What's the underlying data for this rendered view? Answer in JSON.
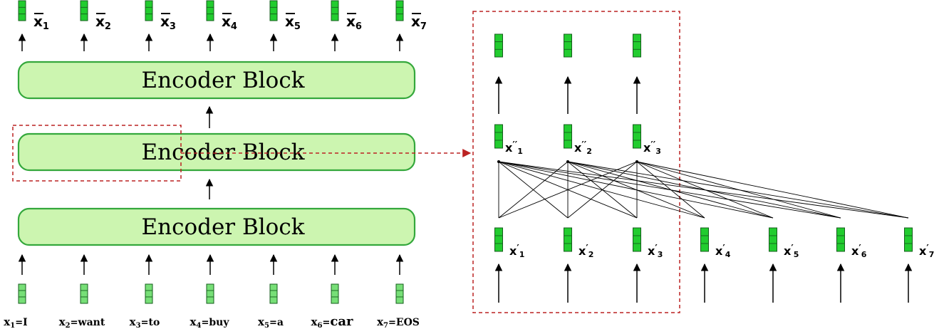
{
  "colors": {
    "block_fill": "#ccf5b0",
    "block_stroke": "#34a83c",
    "vec_bright": "#22cc2f",
    "vec_pale": "#77df77",
    "vec_edge": "#155e1c",
    "dashed": "#bb2222",
    "ink": "#000000"
  },
  "encoder_blocks": [
    {
      "label": "Encoder Block"
    },
    {
      "label": "Encoder Block"
    },
    {
      "label": "Encoder Block"
    }
  ],
  "input_tokens": [
    {
      "var": "x",
      "sub": "1",
      "eq": "=",
      "word": "I"
    },
    {
      "var": "x",
      "sub": "2",
      "eq": "=",
      "word": "want"
    },
    {
      "var": "x",
      "sub": "3",
      "eq": "=",
      "word": "to"
    },
    {
      "var": "x",
      "sub": "4",
      "eq": "=",
      "word": "buy"
    },
    {
      "var": "x",
      "sub": "5",
      "eq": "=",
      "word": "a"
    },
    {
      "var": "x",
      "sub": "6",
      "eq": "=",
      "word": "car"
    },
    {
      "var": "x",
      "sub": "7",
      "eq": "=",
      "word": "EOS"
    }
  ],
  "output_labels": [
    {
      "var": "x",
      "sub": "1"
    },
    {
      "var": "x",
      "sub": "2"
    },
    {
      "var": "x",
      "sub": "3"
    },
    {
      "var": "x",
      "sub": "4"
    },
    {
      "var": "x",
      "sub": "5"
    },
    {
      "var": "x",
      "sub": "6"
    },
    {
      "var": "x",
      "sub": "7"
    }
  ],
  "attention_inputs": [
    {
      "var": "x",
      "prime": "′",
      "sub": "1"
    },
    {
      "var": "x",
      "prime": "′",
      "sub": "2"
    },
    {
      "var": "x",
      "prime": "′",
      "sub": "3"
    },
    {
      "var": "x",
      "prime": "′",
      "sub": "4"
    },
    {
      "var": "x",
      "prime": "′",
      "sub": "5"
    },
    {
      "var": "x",
      "prime": "′",
      "sub": "6"
    },
    {
      "var": "x",
      "prime": "′",
      "sub": "7"
    }
  ],
  "attention_outputs": [
    {
      "var": "x",
      "prime": "′′",
      "sub": "1"
    },
    {
      "var": "x",
      "prime": "′′",
      "sub": "2"
    },
    {
      "var": "x",
      "prime": "′′",
      "sub": "3"
    }
  ]
}
